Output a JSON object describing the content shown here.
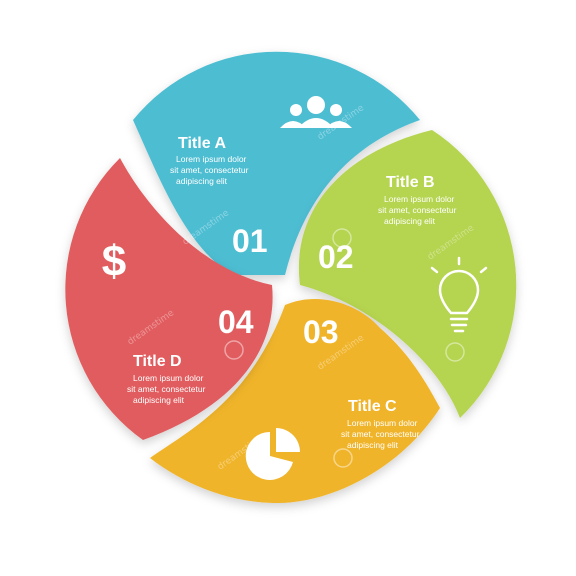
{
  "segments": [
    {
      "id": "A",
      "number": "01",
      "title": "Title A",
      "text": [
        "Lorem ipsum dolor",
        "sit amet, consectetur",
        "adipiscing elit"
      ],
      "color": "#4dbdd2",
      "icon": "people-group-icon"
    },
    {
      "id": "B",
      "number": "02",
      "title": "Title B",
      "text": [
        "Lorem ipsum dolor",
        "sit amet, consectetur",
        "adipiscing elit"
      ],
      "color": "#b5d44f",
      "icon": "lightbulb-icon"
    },
    {
      "id": "C",
      "number": "03",
      "title": "Title C",
      "text": [
        "Lorem ipsum dolor",
        "sit amet, consectetur",
        "adipiscing elit"
      ],
      "color": "#f0b42b",
      "icon": "pie-chart-icon"
    },
    {
      "id": "D",
      "number": "04",
      "title": "Title D",
      "text": [
        "Lorem ipsum dolor",
        "sit amet, consectetur",
        "adipiscing elit"
      ],
      "color": "#e15b5e",
      "icon": "dollar-icon"
    }
  ],
  "watermark": "dreamstime",
  "icons": {
    "dollar_glyph": "$"
  }
}
